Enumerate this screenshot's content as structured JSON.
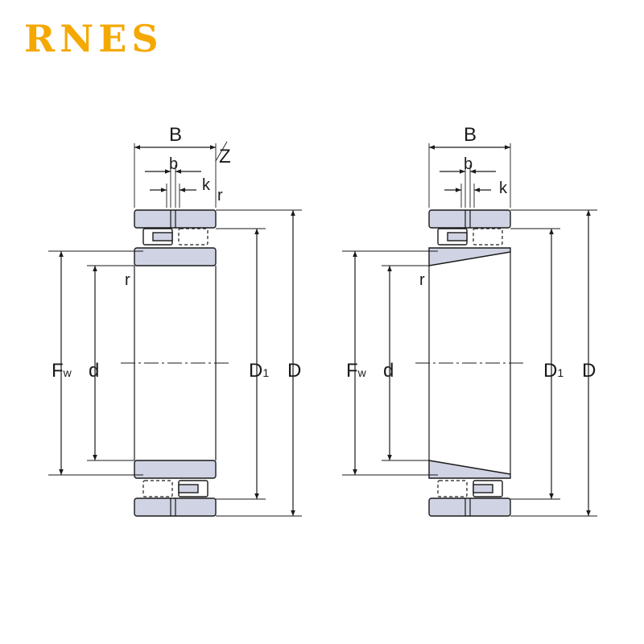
{
  "logo": {
    "text": "RNES",
    "color": "#f5a800"
  },
  "colors": {
    "ring_fill": "#cfd3e3",
    "line": "#1a1a1a"
  },
  "left_diagram": {
    "labels": {
      "B": "B",
      "b": "b",
      "k": "k",
      "r_top": "r",
      "Z": "Z",
      "r_inner": "r",
      "Fw_main": "F",
      "Fw_sub": "w",
      "d": "d",
      "D1_main": "D",
      "D1_sub": "1",
      "D": "D"
    }
  },
  "right_diagram": {
    "labels": {
      "B": "B",
      "b": "b",
      "k": "k",
      "r_inner": "r",
      "Fw_main": "F",
      "Fw_sub": "w",
      "d": "d",
      "D1_main": "D",
      "D1_sub": "1",
      "D": "D"
    }
  }
}
